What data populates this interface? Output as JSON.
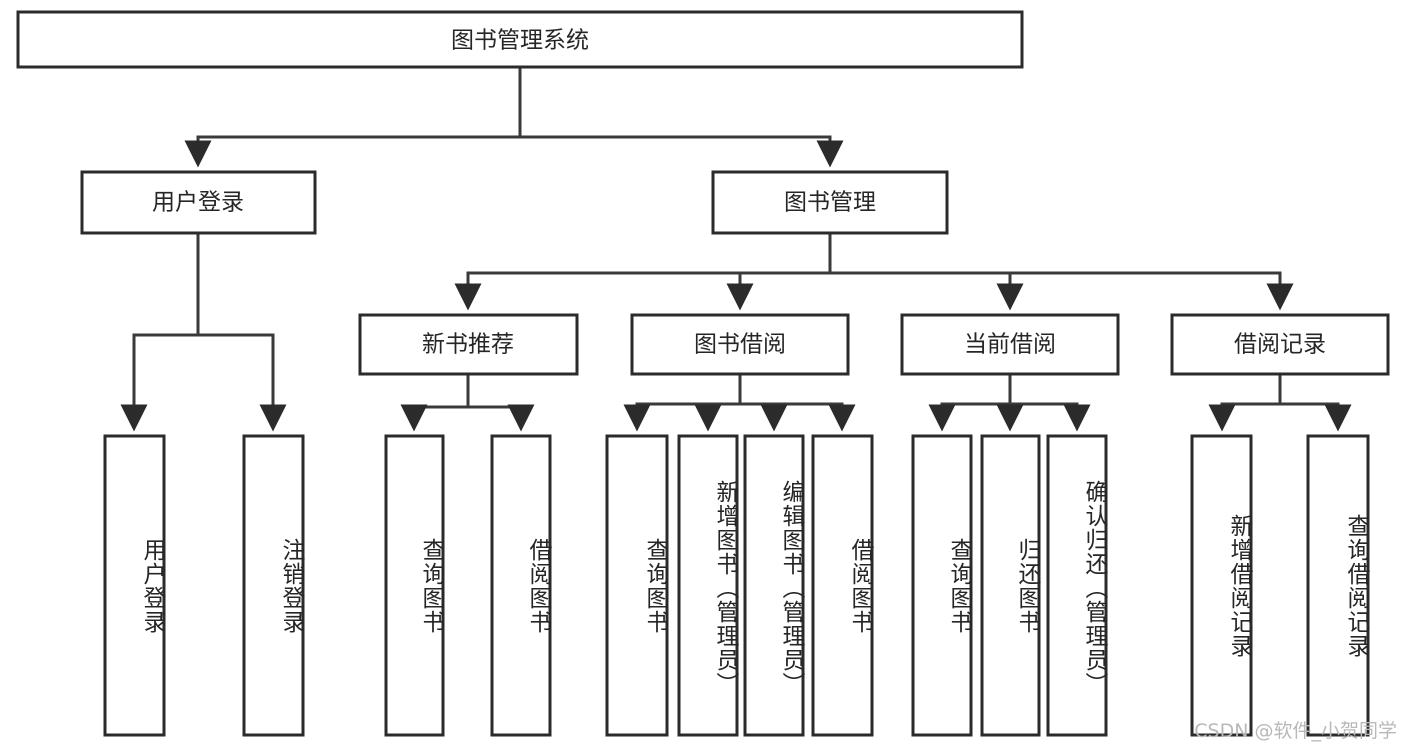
{
  "diagram": {
    "type": "tree",
    "title": "图书管理系统",
    "watermark": "CSDN @软件_小贺同学",
    "colors": {
      "box_stroke": "#2b2b2b",
      "connector": "#3a3a3a",
      "text": "#262626",
      "background": "#ffffff",
      "watermark": "#b9b9b9"
    },
    "root": {
      "id": "root",
      "label": "图书管理系统"
    },
    "level2": [
      {
        "id": "user-login",
        "label": "用户登录"
      },
      {
        "id": "book-manage",
        "label": "图书管理"
      }
    ],
    "level3": [
      {
        "id": "new-book-recommend",
        "label": "新书推荐",
        "parent": "book-manage"
      },
      {
        "id": "book-borrow",
        "label": "图书借阅",
        "parent": "book-manage"
      },
      {
        "id": "current-borrow",
        "label": "当前借阅",
        "parent": "book-manage"
      },
      {
        "id": "borrow-record",
        "label": "借阅记录",
        "parent": "book-manage"
      }
    ],
    "leaves": [
      {
        "id": "leaf-user-login",
        "label": "用户登录",
        "parent": "user-login"
      },
      {
        "id": "leaf-logout-login",
        "label": "注销登录",
        "parent": "user-login"
      },
      {
        "id": "leaf-query-book-1",
        "label": "查询图书",
        "parent": "new-book-recommend"
      },
      {
        "id": "leaf-borrow-book-1",
        "label": "借阅图书",
        "parent": "new-book-recommend"
      },
      {
        "id": "leaf-query-book-2",
        "label": "查询图书",
        "parent": "book-borrow"
      },
      {
        "id": "leaf-add-book-admin",
        "label": "新增图书（管理员）",
        "parent": "book-borrow"
      },
      {
        "id": "leaf-edit-book-admin",
        "label": "编辑图书（管理员）",
        "parent": "book-borrow"
      },
      {
        "id": "leaf-borrow-book-2",
        "label": "借阅图书",
        "parent": "book-borrow"
      },
      {
        "id": "leaf-query-book-3",
        "label": "查询图书",
        "parent": "current-borrow"
      },
      {
        "id": "leaf-return-book",
        "label": "归还图书",
        "parent": "current-borrow"
      },
      {
        "id": "leaf-confirm-return-admin",
        "label": "确认归还（管理员）",
        "parent": "current-borrow"
      },
      {
        "id": "leaf-add-borrow-record",
        "label": "新增借阅记录",
        "parent": "borrow-record"
      },
      {
        "id": "leaf-query-borrow-record",
        "label": "查询借阅记录",
        "parent": "borrow-record"
      }
    ]
  }
}
